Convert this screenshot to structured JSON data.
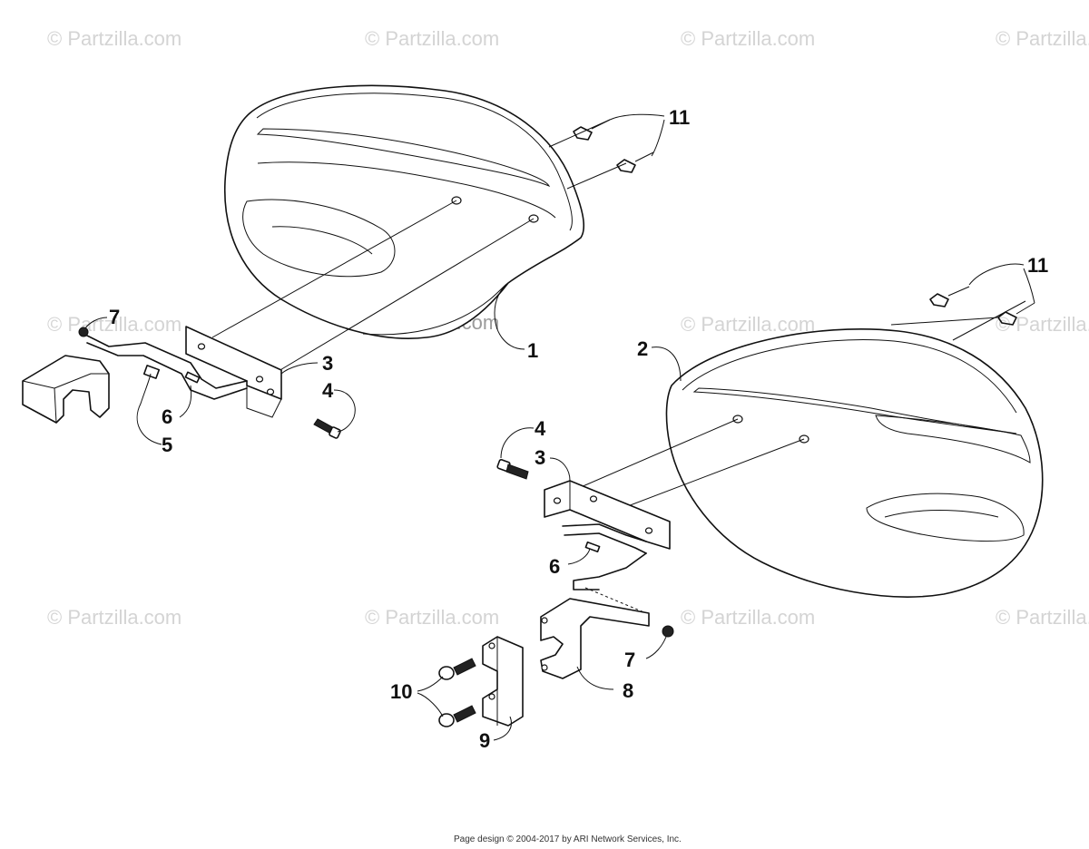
{
  "watermark": {
    "text": "© Partzilla.com",
    "center_text": "© Partzilla.com"
  },
  "callouts": {
    "c1": "1",
    "c2": "2",
    "c3_left": "3",
    "c4_left": "4",
    "c5": "5",
    "c6_left": "6",
    "c7_left": "7",
    "c11_top": "11",
    "c11_right": "11",
    "c4_right": "4",
    "c3_right": "3",
    "c6_right": "6",
    "c7_right": "7",
    "c8": "8",
    "c9": "9",
    "c10": "10"
  },
  "footer": {
    "text": "Page design © 2004-2017 by ARI Network Services, Inc."
  },
  "colors": {
    "line": "#111111",
    "watermark": "#d4d4d4",
    "background": "#ffffff"
  }
}
